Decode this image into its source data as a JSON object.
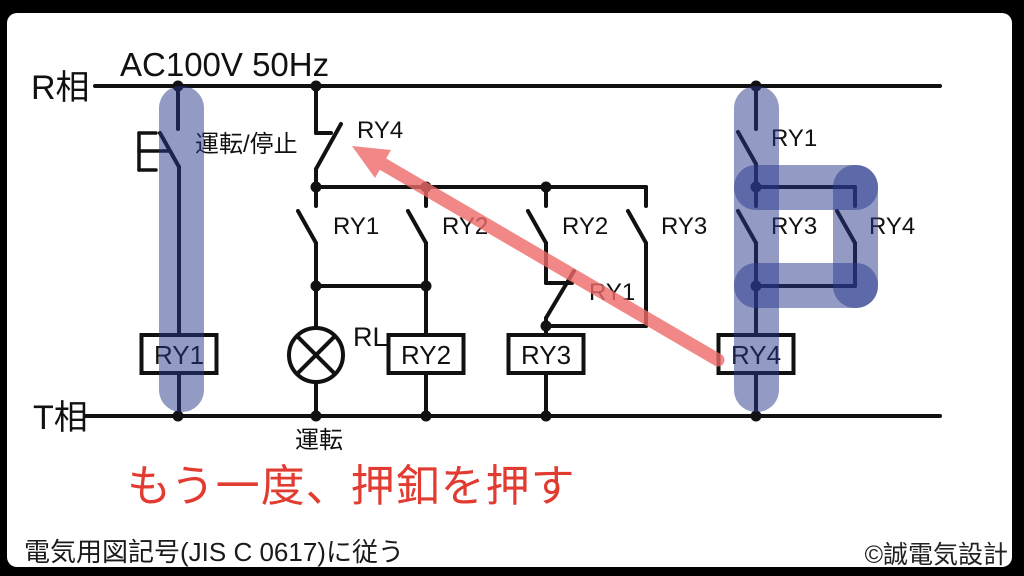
{
  "window": {
    "frame_color": "#000000",
    "canvas_color": "#ffffff"
  },
  "labels": {
    "supply": "AC100V 50Hz",
    "r_phase": "R相",
    "t_phase": "T相"
  },
  "pushbutton": {
    "label": "運転/停止"
  },
  "contacts": {
    "rung1_nc": "RY4",
    "rung2_a": "RY1",
    "rung2_b": "RY2",
    "rung3_a": "RY2",
    "rung3_b": "RY3",
    "rung3_nc": "RY1",
    "rung4_top": "RY1",
    "rung4_a": "RY3",
    "rung4_b": "RY4"
  },
  "coils": {
    "c1": "RY1",
    "c2": "RY2",
    "c3": "RY3",
    "c4": "RY4"
  },
  "lamp": {
    "label": "RL",
    "caption": "運転"
  },
  "annotation": {
    "text": "もう一度、押釦を押す"
  },
  "footer": {
    "standard": "電気用図記号(JIS C 0617)に従う",
    "credit": "©誠電気設計"
  },
  "colors": {
    "line": "#111111",
    "highlight": "rgba(40,56,140,0.5)",
    "arrow": "#ee6a6a",
    "annotation_red": "#e23b31"
  }
}
